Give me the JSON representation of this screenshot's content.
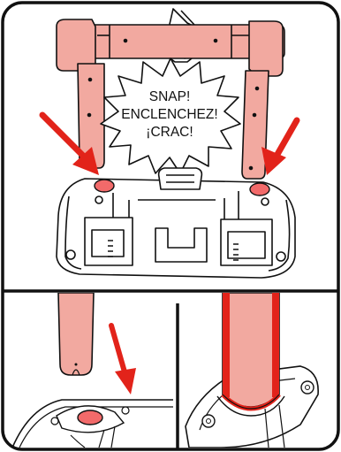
{
  "callout": {
    "line1": "SNAP!",
    "line2": "ENCLENCHEZ!",
    "line3": "¡CRAC!"
  },
  "colors": {
    "outline": "#111111",
    "part_fill": "#f2a9a0",
    "part_shade": "#e88a80",
    "accent_red": "#e2231a",
    "highlight_tint": "#f26a6a",
    "background": "#ffffff"
  },
  "panels": [
    {
      "name": "overview",
      "description_icon": "assembly-overview"
    },
    {
      "name": "detail-insert",
      "description_icon": "leg-insert-detail"
    },
    {
      "name": "detail-seated",
      "description_icon": "leg-seated-detail"
    }
  ]
}
